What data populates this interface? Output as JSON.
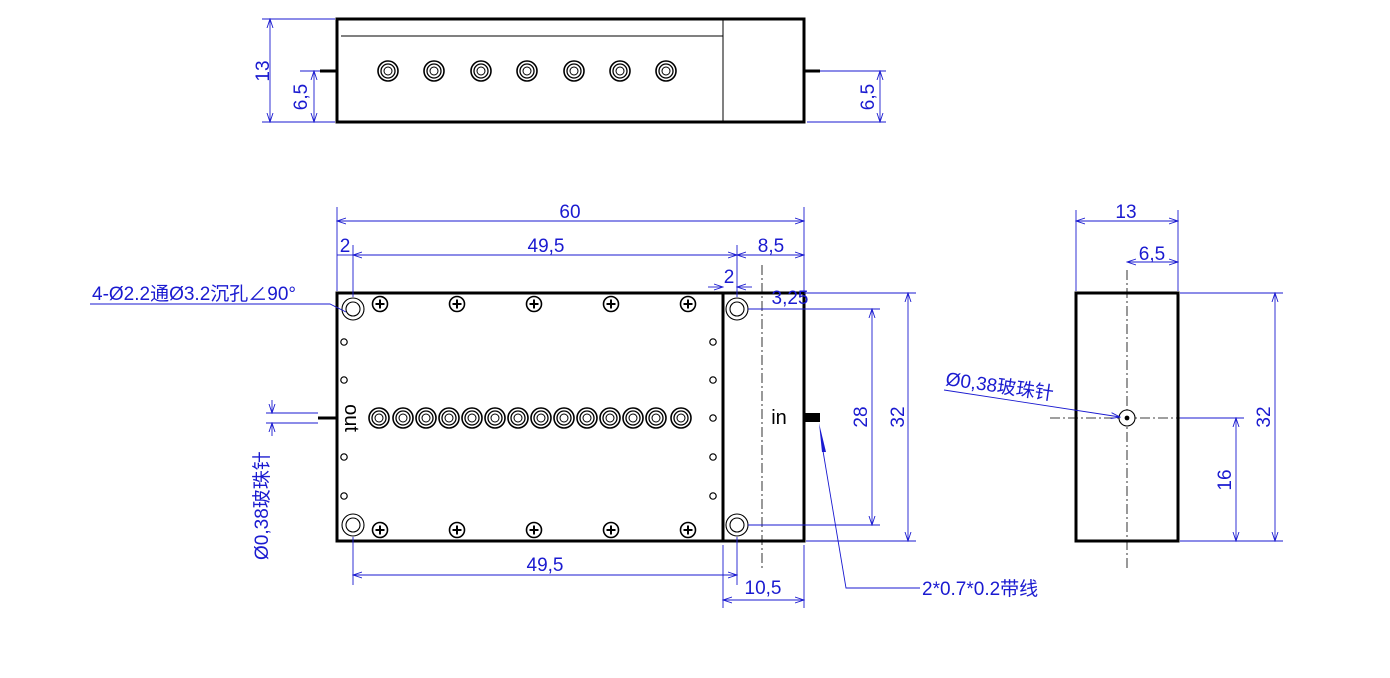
{
  "dimensions": {
    "top_height": "13",
    "top_pin_left": "6,5",
    "top_pin_right": "6,5",
    "overall_length": "60",
    "edge_offset": "2",
    "hole_spacing_top": "49,5",
    "in_section": "8,5",
    "in_hole_offset": "2",
    "hole_y_offset": "3,25",
    "hole_spacing_vertical": "28",
    "overall_width": "32",
    "hole_spacing_bottom": "49,5",
    "in_section_bottom": "10,5",
    "side_width": "13",
    "side_half_width": "6,5",
    "side_height": "32",
    "side_pin_height": "16"
  },
  "annotations": {
    "mount_hole_note": "4-Ø2.2通Ø3.2沉孔∠90°",
    "pin_note_left": "Ø0,38玻珠针",
    "pin_note_side": "Ø0,38玻珠针",
    "stripline_note": "2*0.7*0.2带线"
  },
  "labels": {
    "out": "out",
    "in": "in"
  },
  "colors": {
    "dimension": "#1a1ad0",
    "outline": "#000000"
  }
}
